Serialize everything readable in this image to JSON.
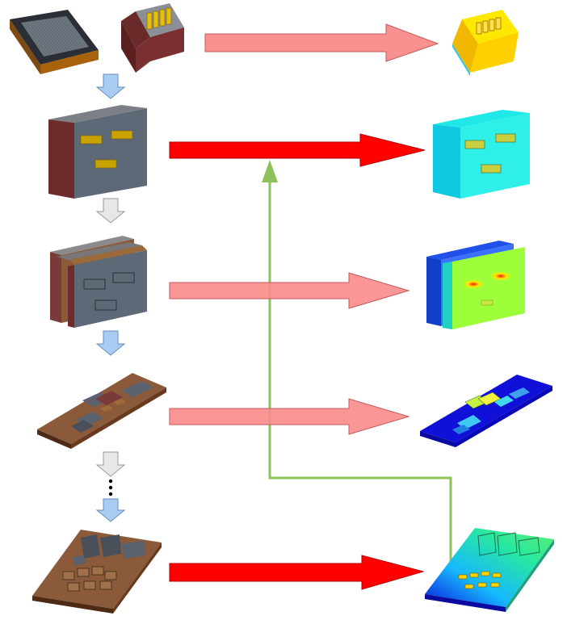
{
  "colors": {
    "arrow_light_red": "#f98b8b",
    "arrow_strong_red": "#ff0000",
    "arrow_green": "#8dc15a",
    "arrow_down_blue": "#a7cdf3",
    "arrow_down_grey": "#e7e7e7",
    "substrate_grey": "#616874",
    "board_brown": "#8a5a3a",
    "package_maroon": "#6e2f2f",
    "pad_gold": "#c9a400"
  },
  "icons": {
    "ellipsis": "vertical-dots-icon"
  },
  "rows": [
    {
      "left": "bare-die-and-package-models",
      "right": "package-thermal-result-yellow"
    },
    {
      "left": "package-with-pads-model",
      "right": "package-thermal-result-cyan"
    },
    {
      "left": "stacked-package-model",
      "right": "stacked-thermal-result-hotspots"
    },
    {
      "left": "component-board-model",
      "right": "board-thermal-result-blue"
    },
    {
      "left": "full-pcb-model",
      "right": "pcb-thermal-result-gradient"
    }
  ]
}
